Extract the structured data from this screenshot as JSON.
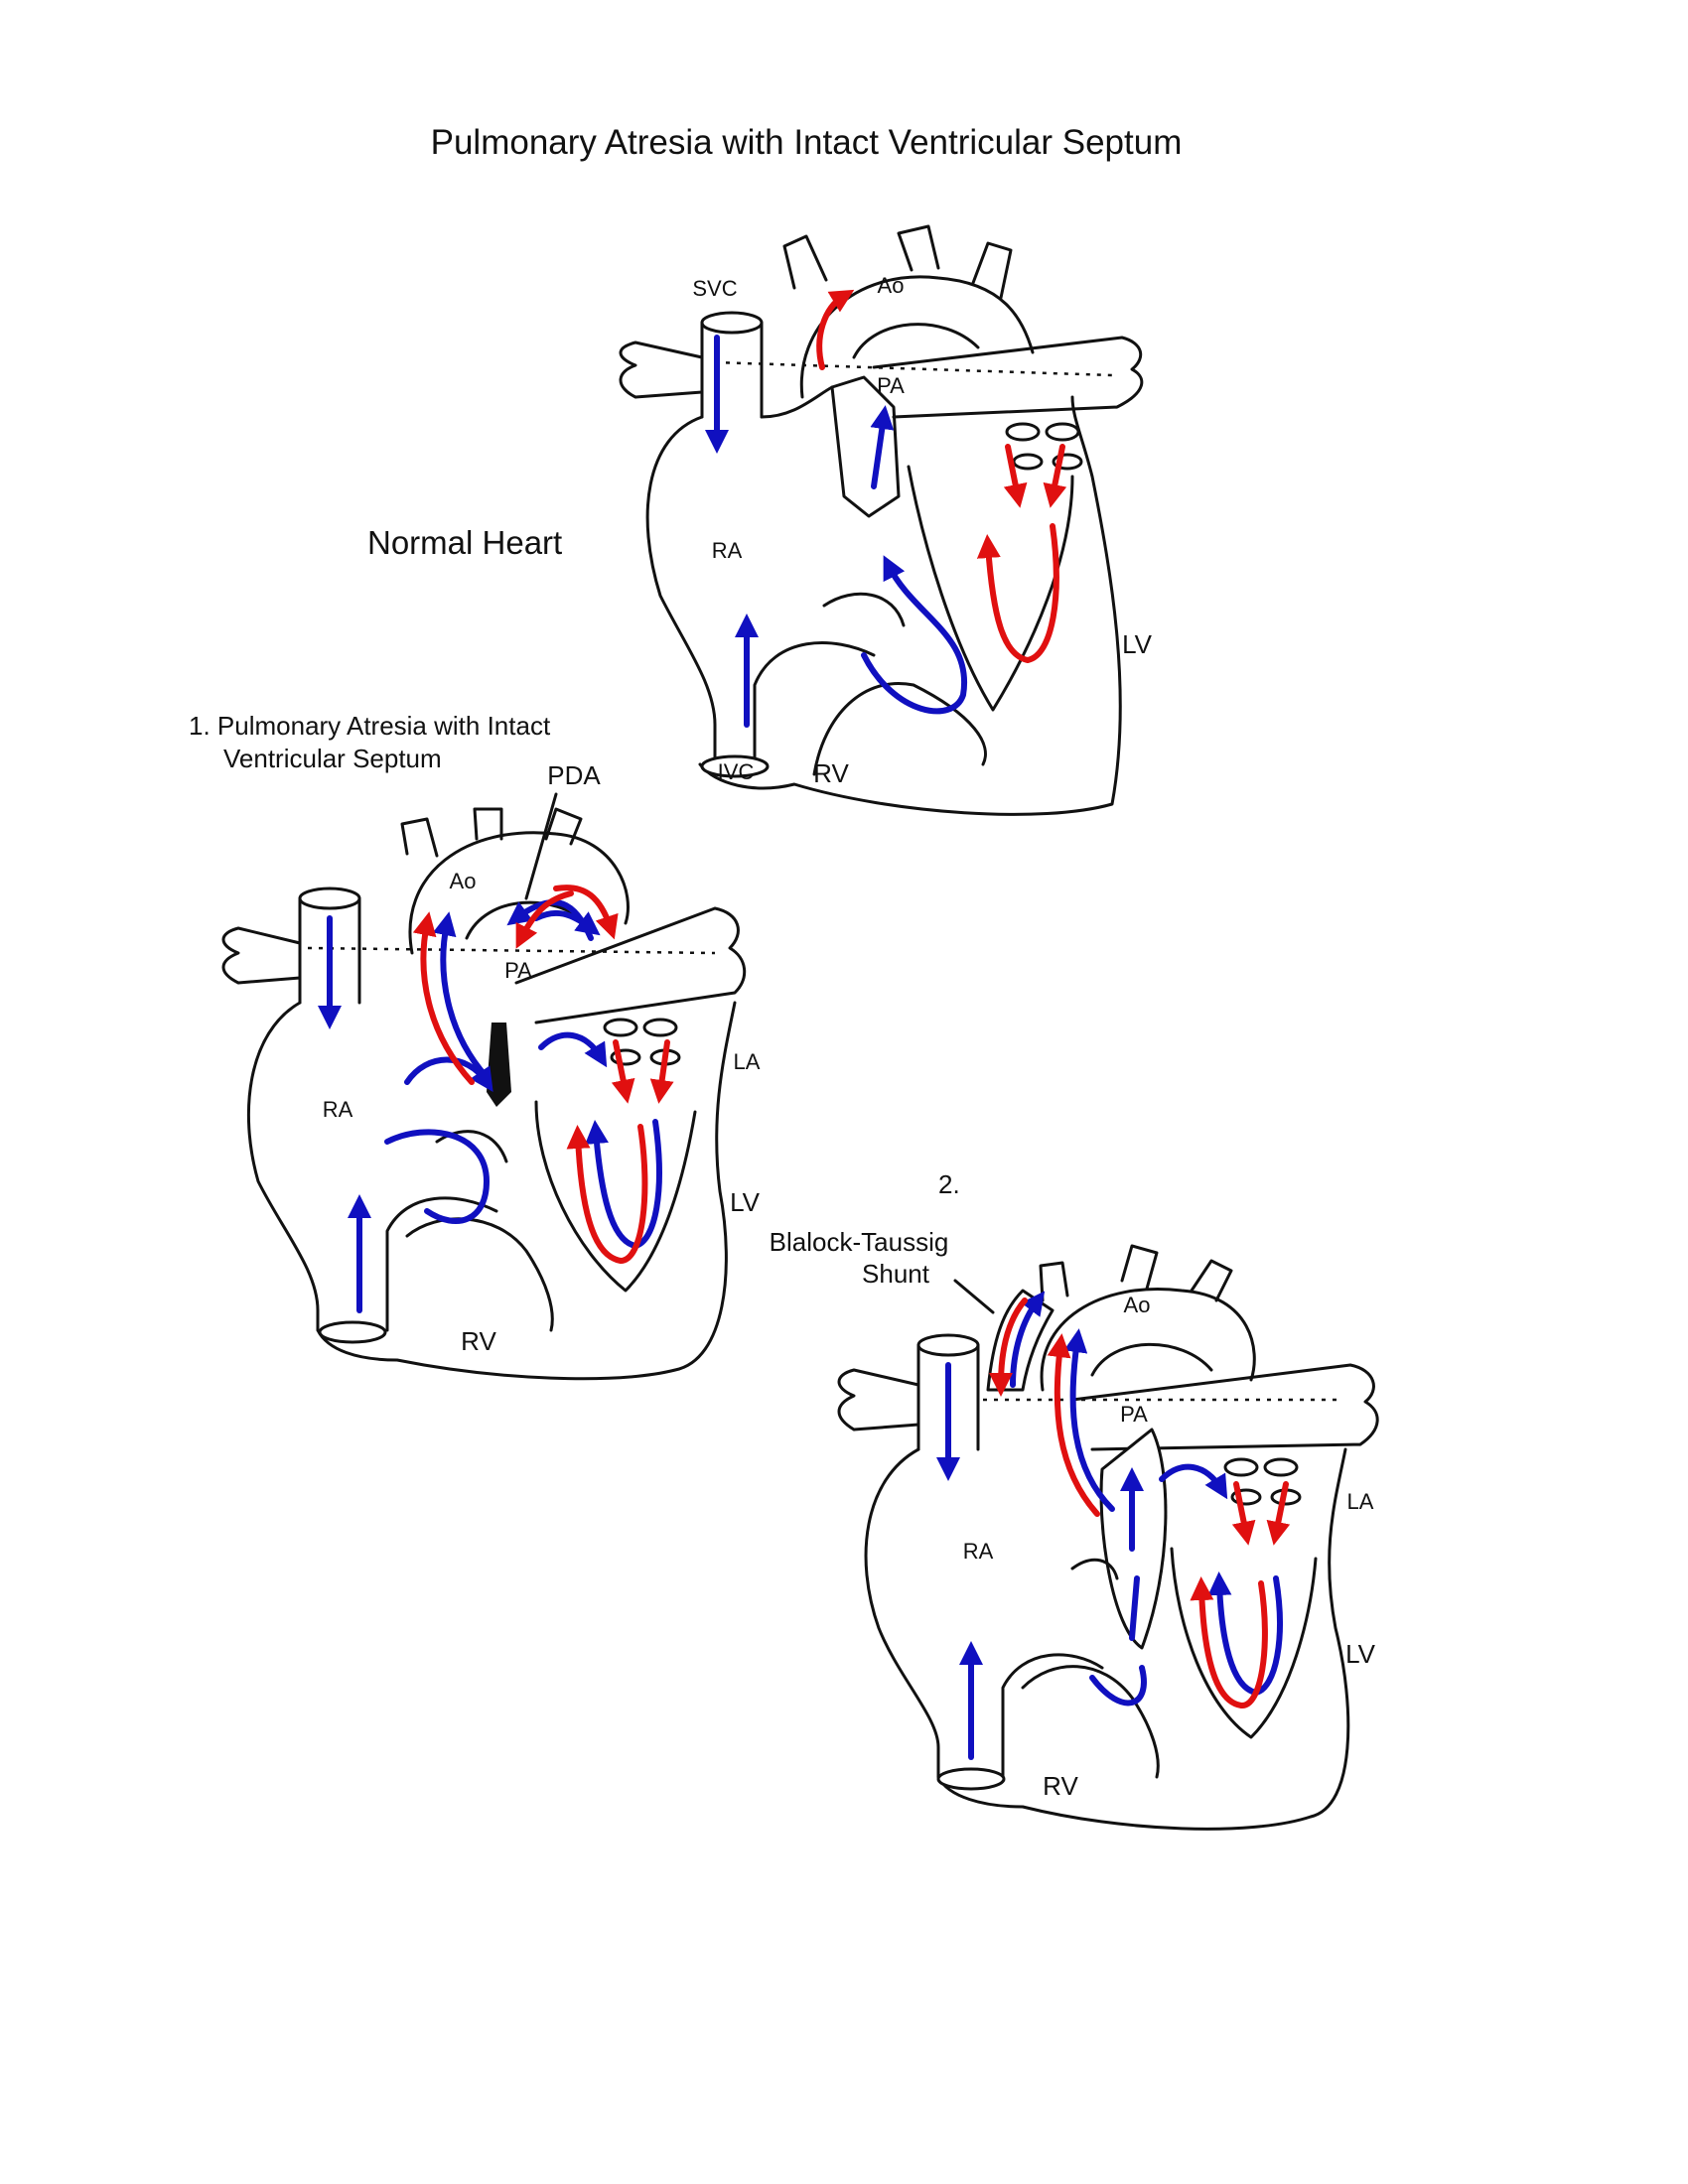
{
  "title": "Pulmonary Atresia with Intact Ventricular Septum",
  "colors": {
    "oxygenated": "#e01010",
    "deoxygenated": "#1010c0",
    "outline": "#111111"
  },
  "normal": {
    "caption": "Normal Heart",
    "labels": {
      "svc": "SVC",
      "ao": "Ao",
      "pa": "PA",
      "ra": "RA",
      "lv": "LV",
      "ivc": "IVC",
      "rv": "RV"
    }
  },
  "fig1": {
    "caption_line1": "1. Pulmonary Atresia with Intact",
    "caption_line2": "Ventricular Septum",
    "labels": {
      "pda": "PDA",
      "ao": "Ao",
      "pa": "PA",
      "ra": "RA",
      "la": "LA",
      "lv": "LV",
      "rv": "RV"
    }
  },
  "fig2": {
    "caption": "2.",
    "shunt_line1": "Blalock-Taussig",
    "shunt_line2": "Shunt",
    "labels": {
      "ao": "Ao",
      "pa": "PA",
      "ra": "RA",
      "la": "LA",
      "lv": "LV",
      "rv": "RV"
    }
  }
}
